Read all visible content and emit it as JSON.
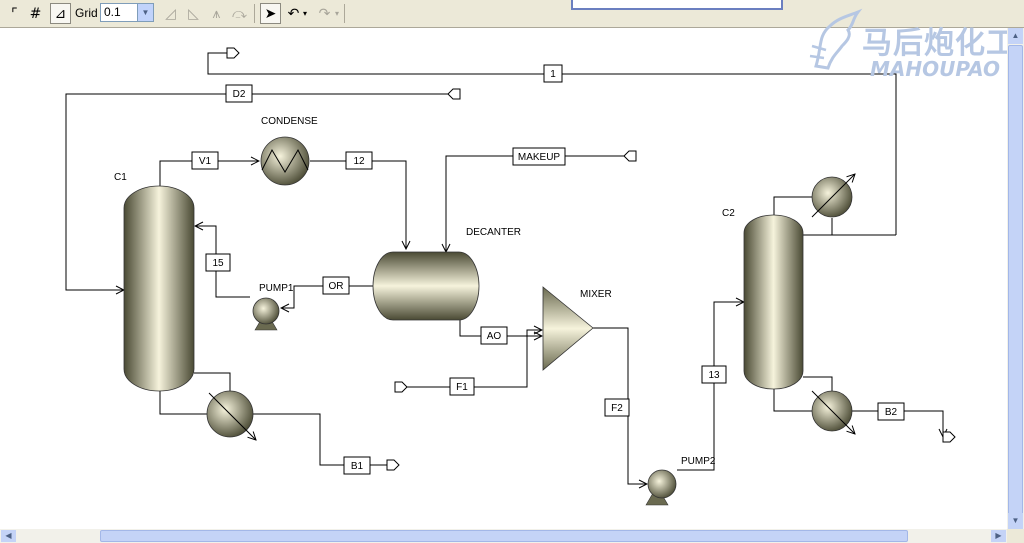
{
  "toolbar": {
    "grid_label": "Grid",
    "grid_value": "0.1"
  },
  "logo": {
    "chinese": "马后炮化工",
    "english": "MAHOUPAO"
  },
  "blocks": {
    "c1": "C1",
    "c2": "C2",
    "condense": "CONDENSE",
    "decanter": "DECANTER",
    "pump1": "PUMP1",
    "pump2": "PUMP2",
    "mixer": "MIXER"
  },
  "streams": {
    "s1": "1",
    "d2": "D2",
    "v1": "V1",
    "s12": "12",
    "makeup": "MAKEUP",
    "s15": "15",
    "or": "OR",
    "ao": "AO",
    "f1": "F1",
    "f2": "F2",
    "s13": "13",
    "b1": "B1",
    "b2": "B2"
  }
}
